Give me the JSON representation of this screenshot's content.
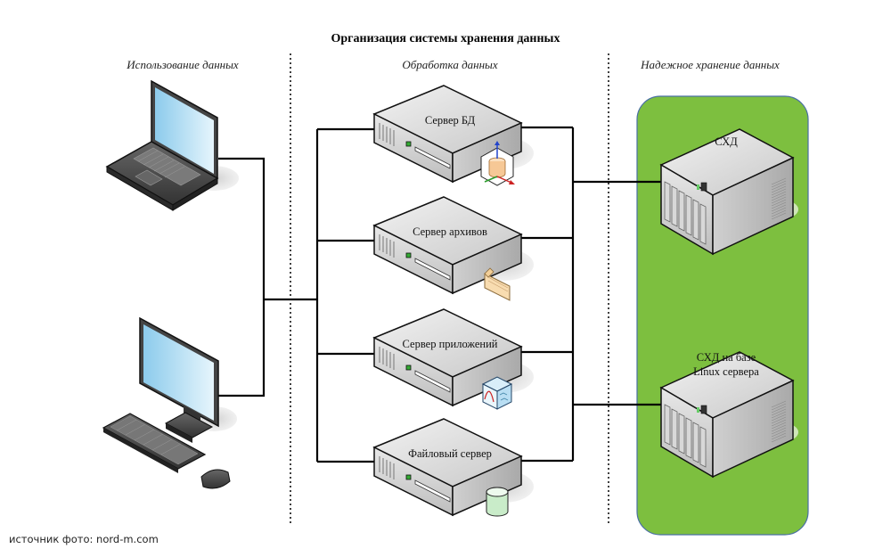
{
  "title": "Организация системы хранения данных",
  "columns": [
    {
      "id": "usage",
      "heading": "Использование данных"
    },
    {
      "id": "processing",
      "heading": "Обработка данных"
    },
    {
      "id": "storage",
      "heading": "Надежное хранение данных"
    }
  ],
  "clients": [
    {
      "type": "laptop",
      "icon": "laptop-icon"
    },
    {
      "type": "desktop",
      "icon": "desktop-computer-icon"
    }
  ],
  "servers": [
    {
      "label": "Сервер БД",
      "badge": "database-3d-icon"
    },
    {
      "label": "Сервер архивов",
      "badge": "archive-folder-icon"
    },
    {
      "label": "Сервер приложений",
      "badge": "application-cube-icon"
    },
    {
      "label": "Файловый сервер",
      "badge": "storage-cylinder-icon"
    }
  ],
  "storage": [
    {
      "label_line1": "СХД",
      "label_line2": ""
    },
    {
      "label_line1": "СХД на базе",
      "label_line2": "Linux сервера"
    }
  ],
  "colors": {
    "storage_zone": "#7dbf3f",
    "storage_zone_border": "#4a6fa5",
    "connector": "#000000",
    "screen": "#a8d8f0"
  },
  "credit": "источник фото: nord-m.com"
}
